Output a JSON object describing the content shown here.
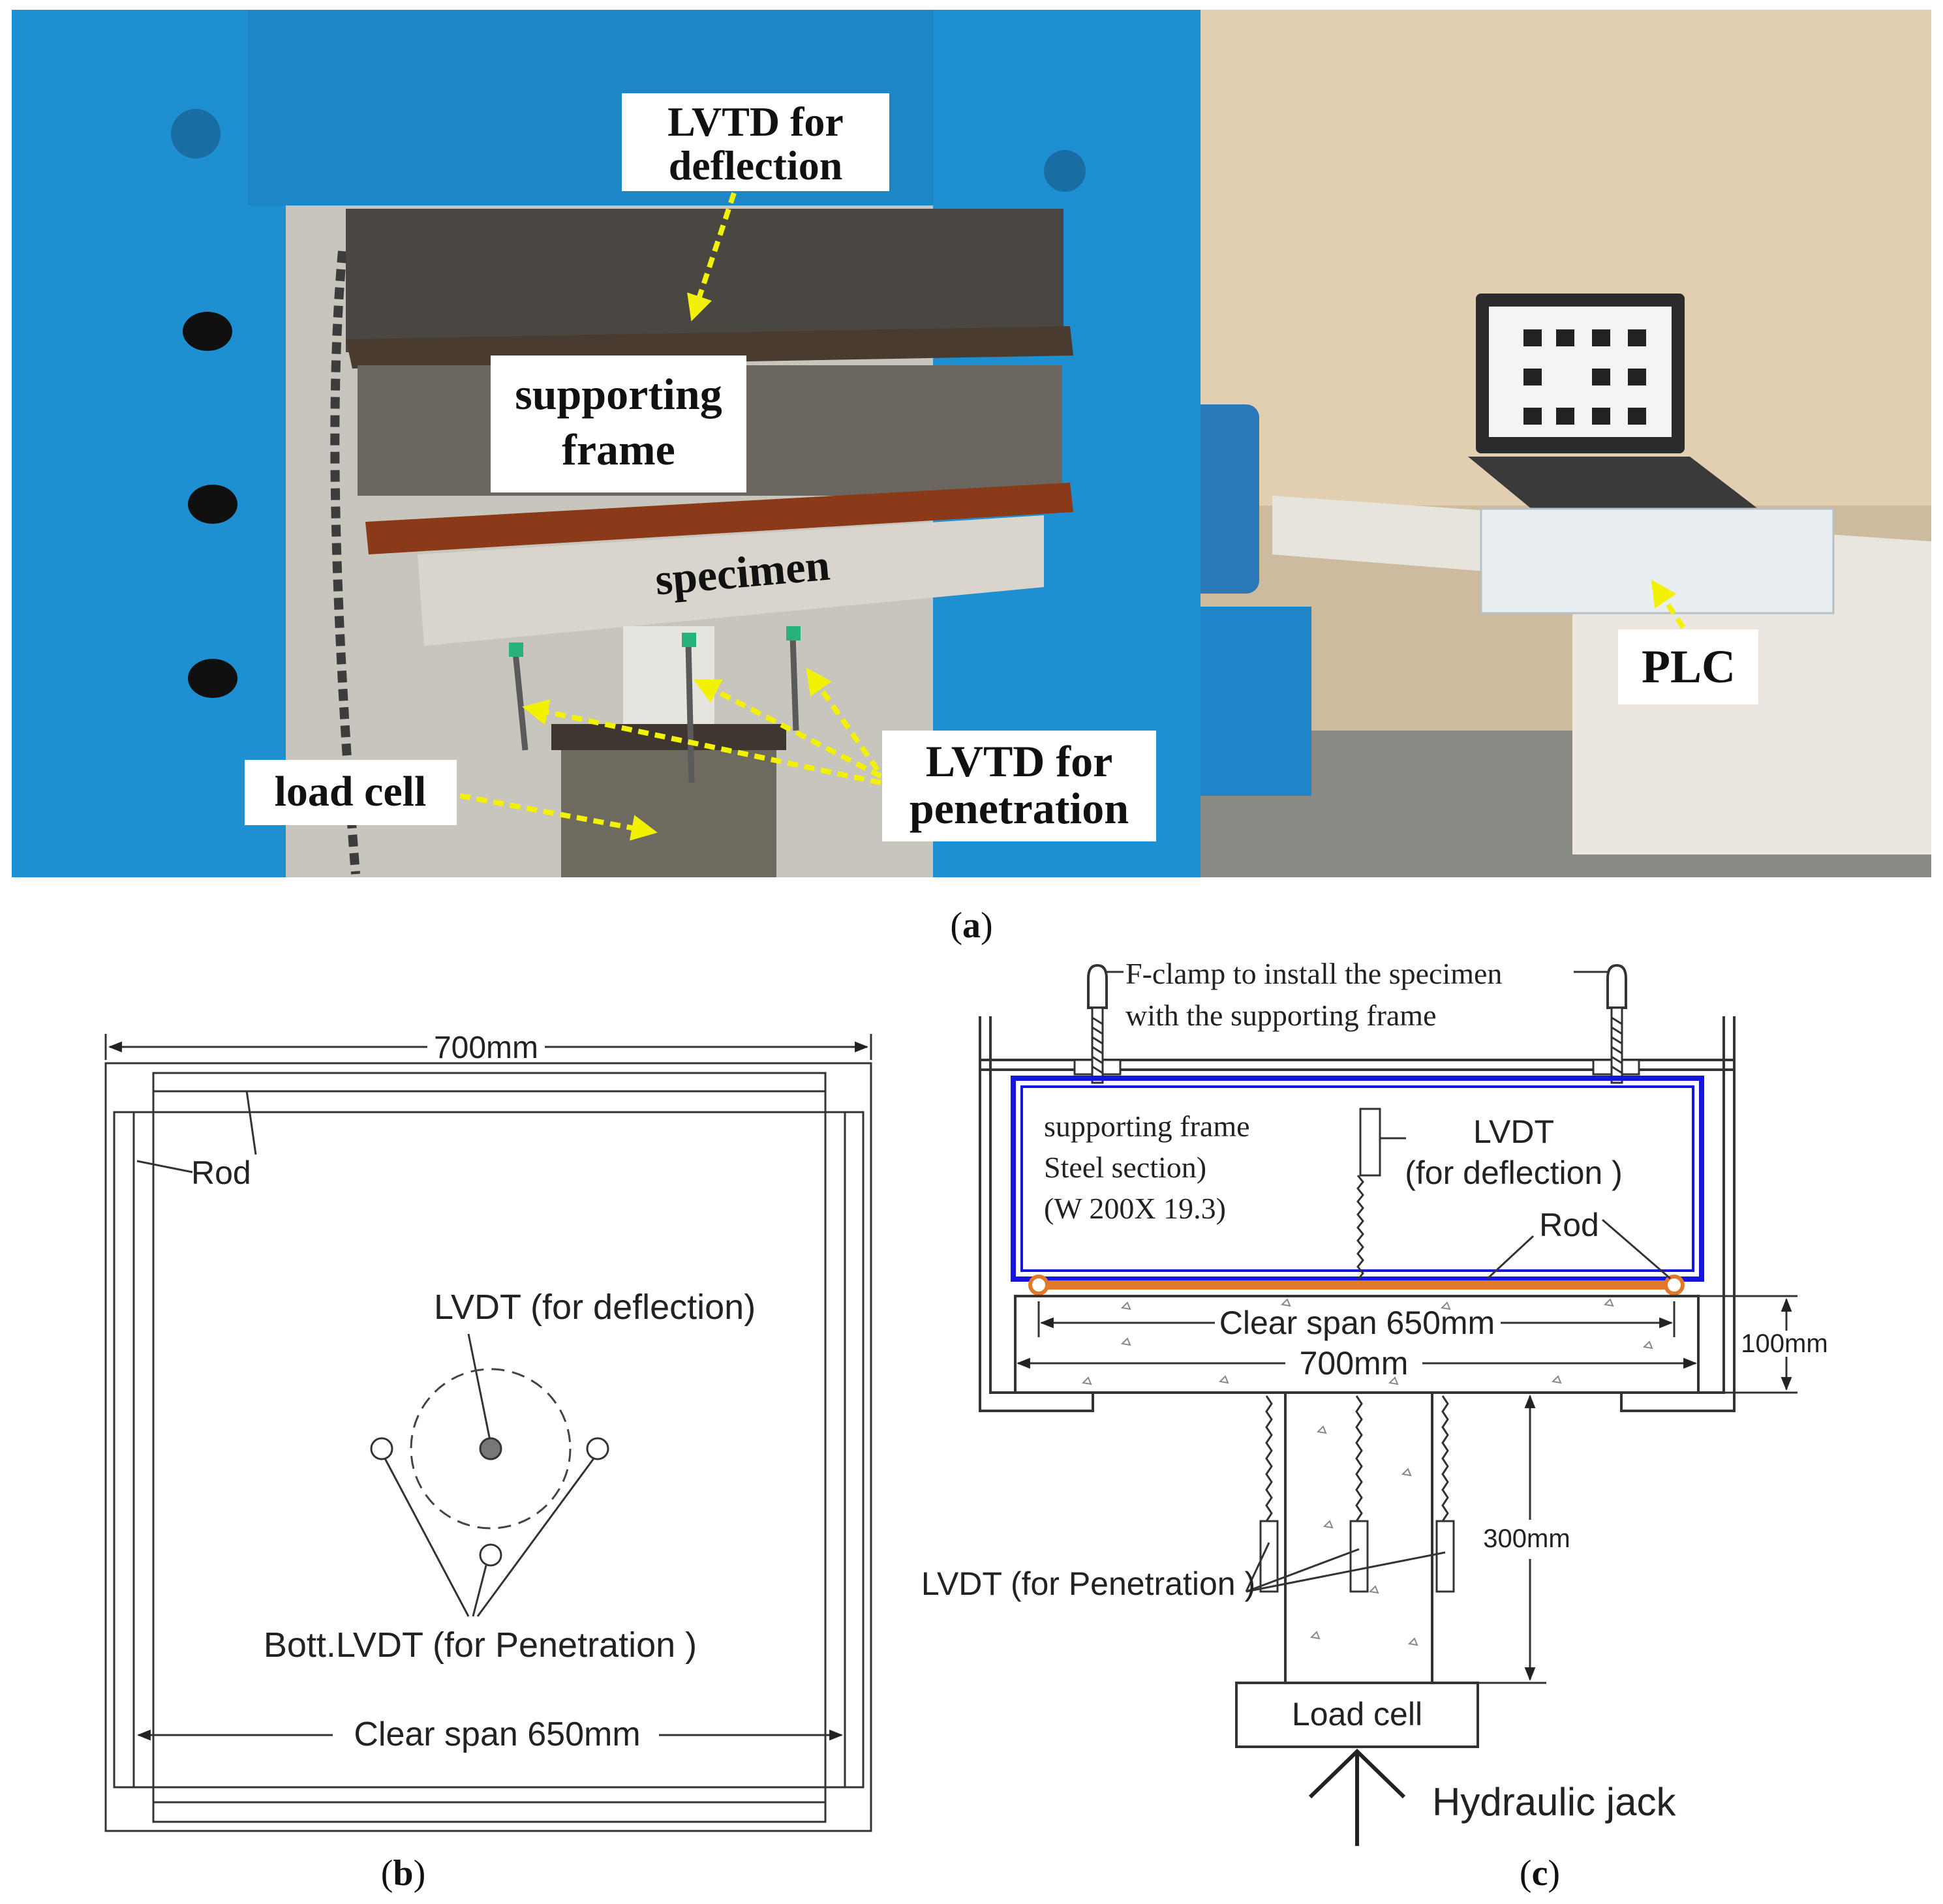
{
  "panel_a": {
    "caption_letter": "a",
    "labels": {
      "lvtd_deflection_line1": "LVTD for",
      "lvtd_deflection_line2": "deflection",
      "supporting_frame_line1": "supporting",
      "supporting_frame_line2": "frame",
      "specimen": "specimen",
      "load_cell": "load cell",
      "lvtd_penetration_line1": "LVTD for",
      "lvtd_penetration_line2": "penetration",
      "plc": "PLC"
    }
  },
  "panel_b": {
    "caption_letter": "b",
    "dim_700": "700mm",
    "rod": "Rod",
    "lvdt_deflection": "LVDT (for deflection)",
    "bott_lvdt": "Bott.LVDT (for Penetration )",
    "clear_span": "Clear span 650mm"
  },
  "panel_c": {
    "caption_letter": "c",
    "fclamp_line1": "F-clamp to install the specimen",
    "fclamp_line2": "with the supporting frame",
    "supporting_frame": "supporting frame",
    "steel_section": "Steel section)",
    "w_section": "(W 200X 19.3)",
    "lvdt": "LVDT",
    "for_deflection": "(for deflection )",
    "rod": "Rod",
    "clear_span": "Clear span 650mm",
    "dim_700": "700mm",
    "dim_100": "100mm",
    "dim_300": "300mm",
    "lvdt_penetration": "LVDT (for Penetration )",
    "load_cell": "Load cell",
    "hydraulic_jack": "Hydraulic jack"
  },
  "colors": {
    "press_blue": "#1e8fd0",
    "annotation_yellow": "#f2f200",
    "frame_blue": "#1515e0",
    "rod_orange": "#e07a2a"
  }
}
